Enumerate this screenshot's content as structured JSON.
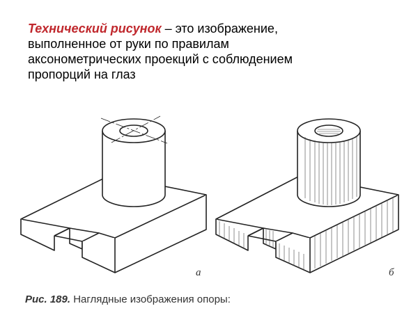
{
  "definition": {
    "term": "Технический рисунок",
    "text_lines": [
      " – это изображение,",
      "выполненное от руки по правилам",
      "аксонометрических  проекций с соблюдением",
      "пропорций на глаз"
    ]
  },
  "figure": {
    "label_a": "а",
    "label_b": "б"
  },
  "caption": {
    "number": "Рис. 189.",
    "text": " Наглядные изображения опоры:"
  }
}
